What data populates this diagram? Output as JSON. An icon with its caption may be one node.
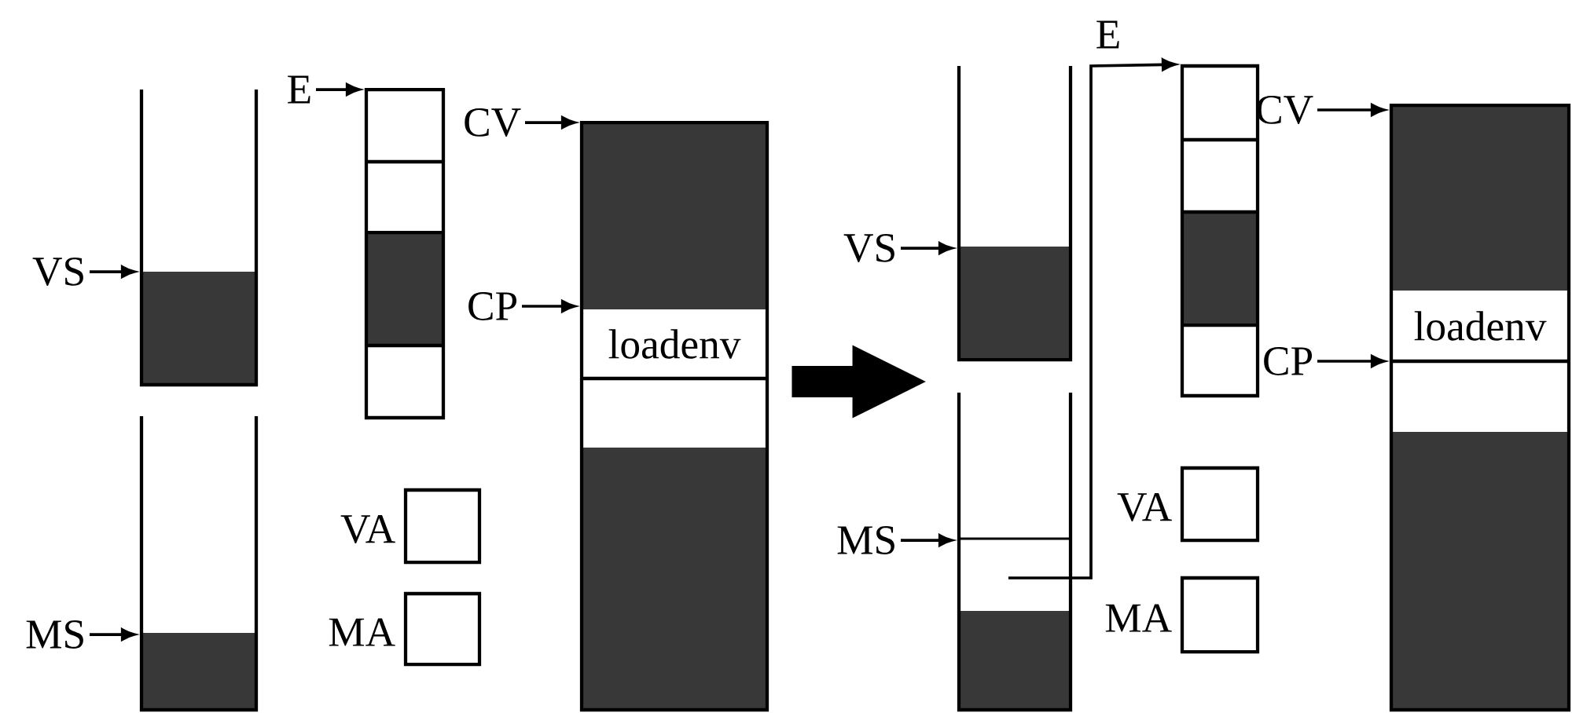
{
  "diagram": {
    "nodes": [
      {
        "text": [
          "VS"
        ]
      },
      {
        "text": [],
        "shape": "box"
      },
      {
        "text": [
          "MS"
        ]
      },
      {
        "text": [],
        "shape": "box"
      },
      {
        "text": [
          "E"
        ]
      },
      {
        "text": [],
        "shape": "box"
      },
      {
        "text": [
          "CV"
        ]
      },
      {
        "text": [],
        "shape": "box"
      },
      {
        "text": [
          "loadenv"
        ],
        "in": 7
      },
      {
        "text": [
          "CP"
        ]
      },
      {
        "text": [
          "VA"
        ]
      },
      {
        "text": [
          "MA"
        ]
      },
      {
        "text": [
          "VS"
        ]
      },
      {
        "text": [],
        "shape": "box"
      },
      {
        "text": [
          "MS"
        ]
      },
      {
        "text": [],
        "shape": "box"
      },
      {
        "text": [],
        "shape": "box"
      },
      {
        "text": [
          "CV"
        ]
      },
      {
        "text": [],
        "shape": "box"
      },
      {
        "text": [
          "loadenv"
        ],
        "in": 18
      },
      {
        "text": [
          "CP"
        ]
      },
      {
        "text": [
          "VA"
        ]
      },
      {
        "text": [
          "MA"
        ]
      }
    ],
    "edges": [
      {
        "from": 0,
        "to": 1,
        "arrow": "to"
      },
      {
        "from": 2,
        "to": 3,
        "arrow": "to"
      },
      {
        "from": 4,
        "to": 5,
        "arrow": "to"
      },
      {
        "from": 6,
        "to": 7,
        "arrow": "to"
      },
      {
        "from": 9,
        "to": 8,
        "arrow": "to"
      },
      {
        "from": 7,
        "to": 15,
        "arrow": "to",
        "style": "thick"
      },
      {
        "from": 12,
        "to": 13,
        "arrow": "to"
      },
      {
        "from": 14,
        "to": 15,
        "arrow": "to"
      },
      {
        "from": 15,
        "to": 16,
        "arrow": "to",
        "label": "E"
      },
      {
        "from": 17,
        "to": 18,
        "arrow": "to"
      },
      {
        "from": 20,
        "to": 19,
        "arrow": "to"
      }
    ]
  }
}
